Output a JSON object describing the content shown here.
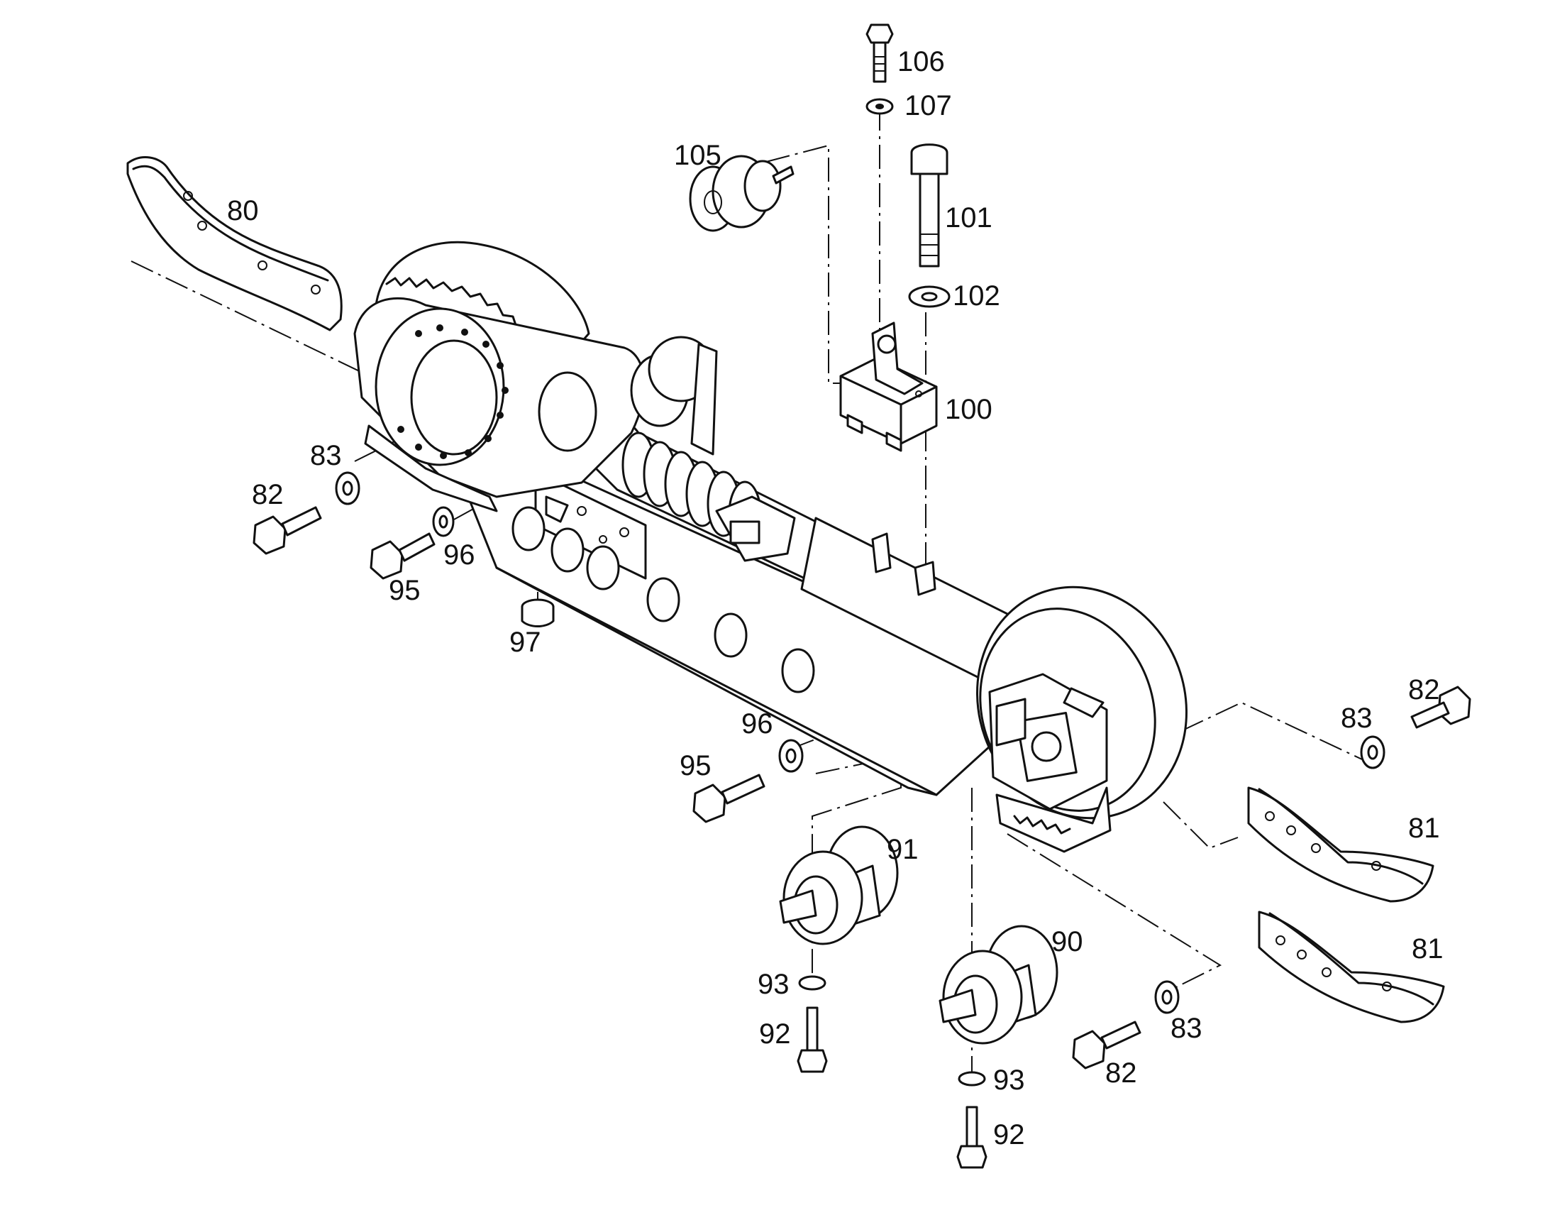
{
  "diagram": {
    "part_labels": {
      "p80": "80",
      "p81a": "81",
      "p81b": "81",
      "p82a": "82",
      "p82b": "82",
      "p82c": "82",
      "p83a": "83",
      "p83b": "83",
      "p83c": "83",
      "p90": "90",
      "p91": "91",
      "p92a": "92",
      "p92b": "92",
      "p93a": "93",
      "p93b": "93",
      "p95a": "95",
      "p95b": "95",
      "p96a": "96",
      "p96b": "96",
      "p97": "97",
      "p100": "100",
      "p101": "101",
      "p102": "102",
      "p105": "105",
      "p106": "106",
      "p107": "107"
    }
  }
}
